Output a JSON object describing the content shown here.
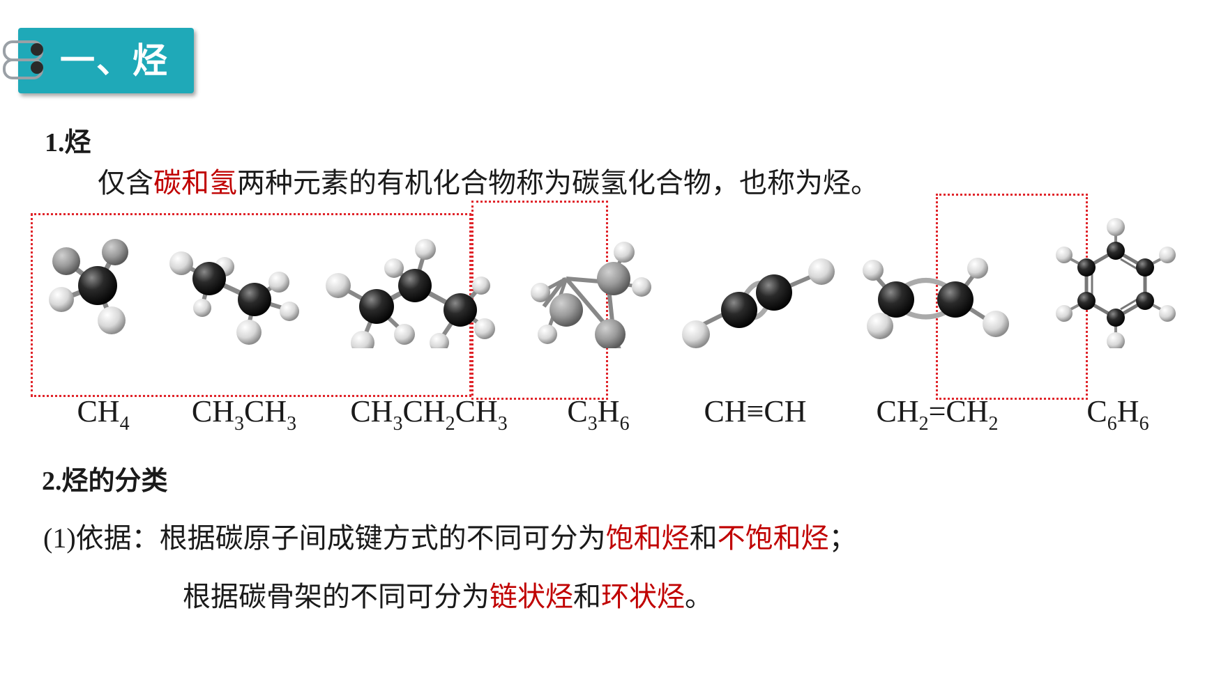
{
  "section_title": "一、烃",
  "heading1": {
    "num": "1.",
    "text": "烃"
  },
  "definition": {
    "prefix": "仅含",
    "highlight": "碳和氢",
    "suffix": "两种元素的有机化合物称为碳氢化合物，也称为烃。"
  },
  "molecules": [
    {
      "id": "methane",
      "parts": [
        "CH",
        "4"
      ]
    },
    {
      "id": "ethane",
      "parts": [
        "CH",
        "3",
        "CH",
        "3"
      ]
    },
    {
      "id": "propane",
      "parts": [
        "CH",
        "3",
        "CH",
        "2",
        "CH",
        "3"
      ]
    },
    {
      "id": "cyclopropane",
      "parts": [
        "C",
        "3",
        "H",
        "6"
      ]
    },
    {
      "id": "acetylene",
      "parts": [
        "CH≡CH"
      ]
    },
    {
      "id": "ethylene",
      "parts": [
        "CH",
        "2",
        "=CH",
        "2"
      ]
    },
    {
      "id": "benzene",
      "parts": [
        "C",
        "6",
        "H",
        "6"
      ]
    }
  ],
  "heading2": {
    "num": "2.",
    "text": "烃的分类"
  },
  "classification": {
    "line1": {
      "label": "(1)",
      "prefix": "依据：根据碳原子间成键方式的不同可分为",
      "hl1": "饱和烃",
      "mid": "和",
      "hl2": "不饱和烃",
      "end": "；"
    },
    "line2": {
      "prefix": "根据碳骨架的不同可分为",
      "hl1": "链状烃",
      "mid": "和",
      "hl2": "环状烃",
      "end": "。"
    }
  },
  "colors": {
    "tab": "#1fa9b8",
    "highlight": "#c00000",
    "dotted_frame": "#e0242a"
  }
}
